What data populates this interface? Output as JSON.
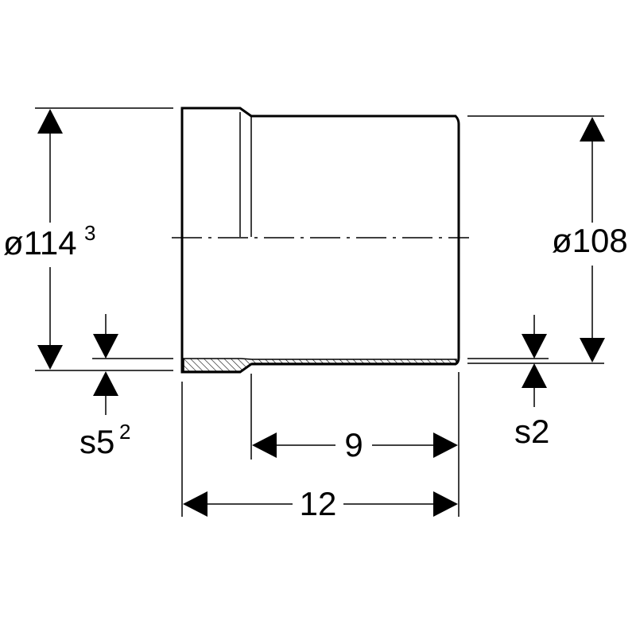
{
  "drawing": {
    "colors": {
      "line": "#000000",
      "background": "#ffffff"
    },
    "dimensions": {
      "outer_diameter": {
        "symbol": "ø",
        "value": "114",
        "superscript": "3"
      },
      "inner_diameter": {
        "symbol": "ø",
        "value": "108"
      },
      "wall_socket": {
        "prefix": "s",
        "value": "5",
        "superscript": "2"
      },
      "wall_pipe": {
        "prefix": "s",
        "value": "2"
      },
      "insert_length": {
        "value": "9"
      },
      "total_length": {
        "value": "12"
      }
    }
  }
}
